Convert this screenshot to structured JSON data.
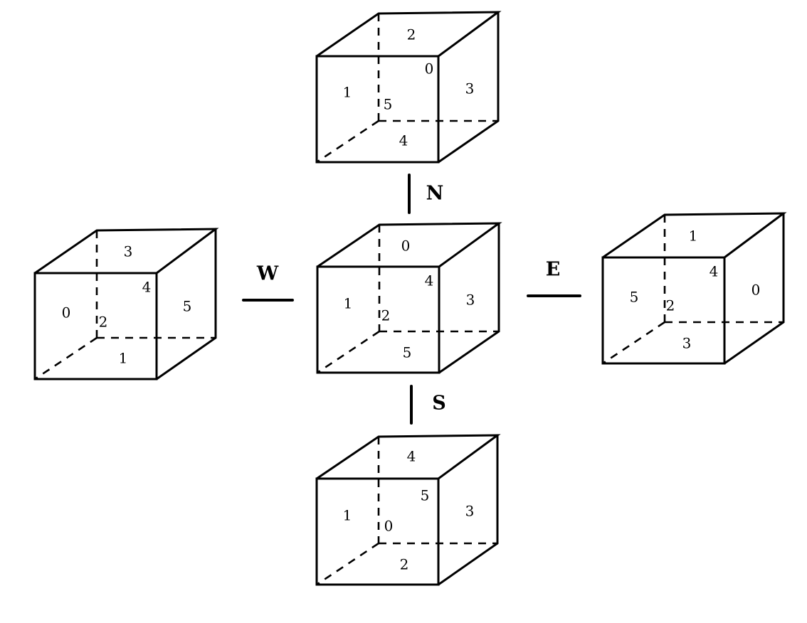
{
  "directions": {
    "north": "N",
    "south": "S",
    "west": "W",
    "east": "E"
  },
  "cubes": {
    "center": {
      "top": "0",
      "front": "1",
      "right": "3",
      "bottom": "5",
      "back": "4",
      "left": "2"
    },
    "north": {
      "top": "2",
      "front": "1",
      "right": "3",
      "bottom": "4",
      "back": "0",
      "left": "5"
    },
    "south": {
      "top": "4",
      "front": "1",
      "right": "3",
      "bottom": "2",
      "back": "5",
      "left": "0"
    },
    "west": {
      "top": "3",
      "front": "0",
      "right": "5",
      "bottom": "1",
      "back": "4",
      "left": "2"
    },
    "east": {
      "top": "1",
      "front": "5",
      "right": "0",
      "bottom": "3",
      "back": "4",
      "left": "2"
    }
  }
}
